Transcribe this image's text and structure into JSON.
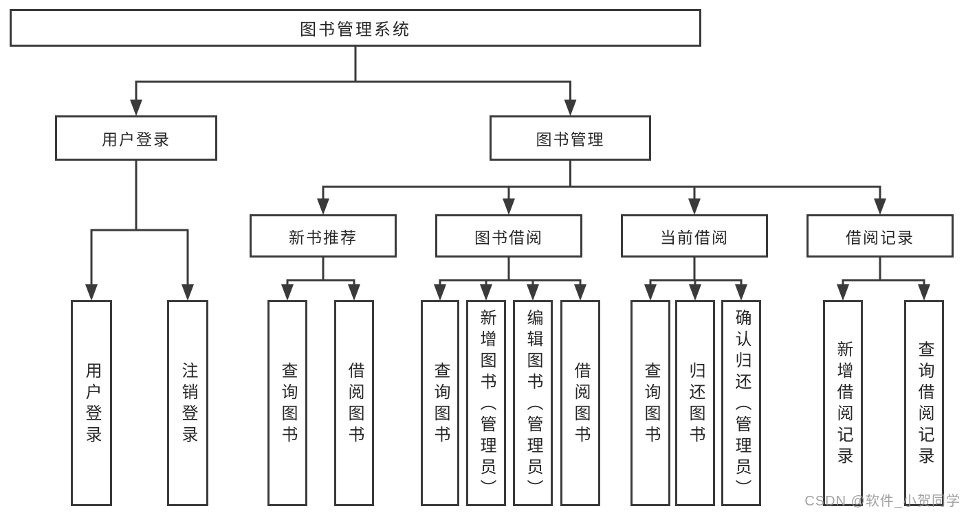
{
  "diagram_title": "图书管理系统",
  "nodes": [
    {
      "id": "root",
      "label": "图书管理系统",
      "parent": null
    },
    {
      "id": "n1",
      "label": "用户登录",
      "parent": "root"
    },
    {
      "id": "n2",
      "label": "图书管理",
      "parent": "root"
    },
    {
      "id": "n3",
      "label": "新书推荐",
      "parent": "n2"
    },
    {
      "id": "n4",
      "label": "图书借阅",
      "parent": "n2"
    },
    {
      "id": "n5",
      "label": "当前借阅",
      "parent": "n2"
    },
    {
      "id": "n6",
      "label": "借阅记录",
      "parent": "n2"
    },
    {
      "id": "n7",
      "label": "用户登录",
      "parent": "n1"
    },
    {
      "id": "n8",
      "label": "注销登录",
      "parent": "n1"
    },
    {
      "id": "n9",
      "label": "查询图书",
      "parent": "n3"
    },
    {
      "id": "n10",
      "label": "借阅图书",
      "parent": "n3"
    },
    {
      "id": "n11",
      "label": "查询图书",
      "parent": "n4"
    },
    {
      "id": "n12",
      "label": "新增图书（管理员）",
      "parent": "n4"
    },
    {
      "id": "n13",
      "label": "编辑图书（管理员）",
      "parent": "n4"
    },
    {
      "id": "n14",
      "label": "借阅图书",
      "parent": "n4"
    },
    {
      "id": "n15",
      "label": "查询图书",
      "parent": "n5"
    },
    {
      "id": "n16",
      "label": "归还图书",
      "parent": "n5"
    },
    {
      "id": "n17",
      "label": "确认归还（管理员）",
      "parent": "n5"
    },
    {
      "id": "n18",
      "label": "新增借阅记录",
      "parent": "n6"
    },
    {
      "id": "n19",
      "label": "查询借阅记录",
      "parent": "n6"
    }
  ],
  "watermark": {
    "text": "CSDN @软件_小贺同学"
  },
  "colors": {
    "line": "#3a3a3a",
    "box_border": "#3a3a3a",
    "text": "#262626",
    "watermark": "#949494",
    "background": "#ffffff"
  }
}
